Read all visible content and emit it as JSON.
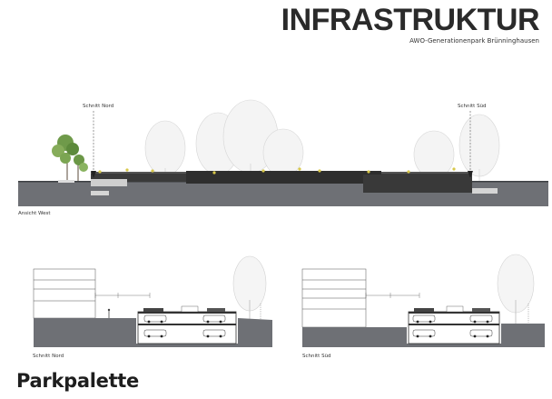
{
  "header": {
    "title": "INFRASTRUKTUR",
    "subtitle": "AWO-Generationenpark Brünninghausen"
  },
  "elevation": {
    "label_north": "Schnitt Nord",
    "label_south": "Schnitt Süd",
    "view_label": "Ansicht West"
  },
  "sections": {
    "north_label": "Schnitt Nord",
    "south_label": "Schnitt Süd"
  },
  "footer": {
    "title": "Parkpalette"
  }
}
